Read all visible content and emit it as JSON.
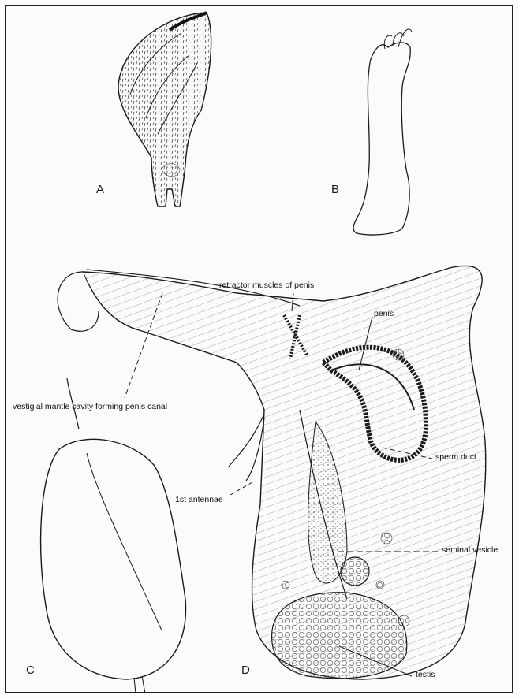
{
  "figure": {
    "panels": {
      "a": "A",
      "b": "B",
      "c": "C",
      "d": "D"
    },
    "labels": {
      "retractor": "retractor muscles of penis",
      "penis": "penis",
      "vestigial": "vestigial mantle cavity forming penis canal",
      "sperm_duct": "sperm duct",
      "antennae": "1st antennae",
      "seminal_vesicle": "seminal vesicle",
      "testis": "testis"
    },
    "colors": {
      "ink": "#1a1a1a",
      "paper": "#fbfbf9"
    }
  }
}
